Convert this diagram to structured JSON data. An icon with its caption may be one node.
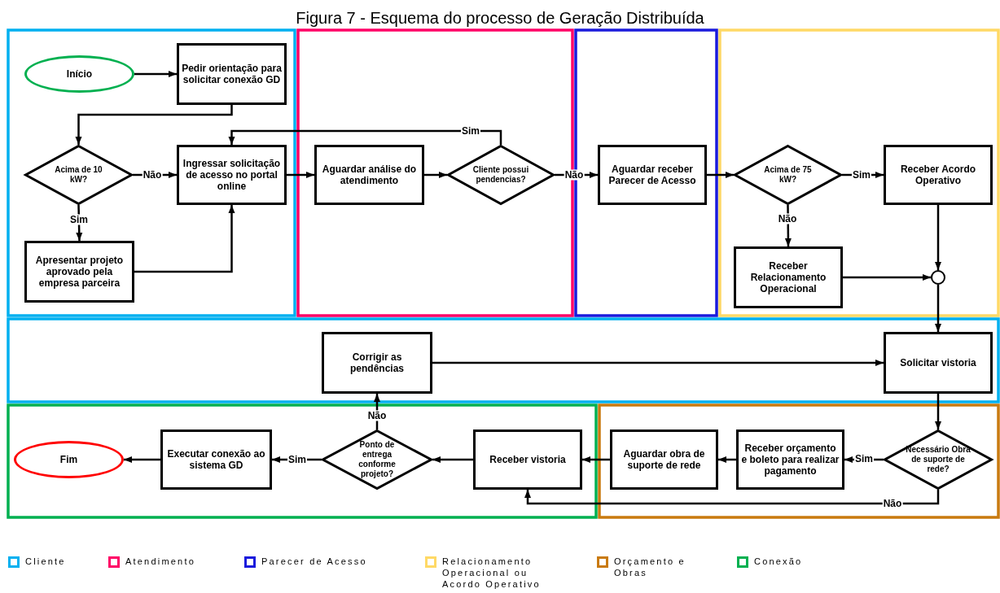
{
  "diagram": {
    "title": "Figura 7 - Esquema do processo de Geração Distribuída",
    "nodes": [
      {
        "text": [
          "Início"
        ]
      },
      {
        "text": [
          "Pedir orientação para solicitar conexão GD"
        ]
      },
      {
        "text": [
          "Acima de 10 kW?"
        ]
      },
      {
        "text": [
          "Ingressar solicitação de acesso no portal online"
        ]
      },
      {
        "text": [
          "Apresentar projeto aprovado pela empresa parceira"
        ]
      },
      {
        "text": [
          "Aguardar análise do atendimento"
        ]
      },
      {
        "text": [
          "Cliente possui pendencias?"
        ]
      },
      {
        "text": [
          "Aguardar receber Parecer de Acesso"
        ]
      },
      {
        "text": [
          "Acima de 75 kW?"
        ]
      },
      {
        "text": [
          "Receber Acordo Operativo"
        ]
      },
      {
        "text": [
          "Receber Relacionamento Operacional"
        ]
      },
      {
        "text": [],
        "shape": "circle"
      },
      {
        "text": [
          "Corrigir as pendências"
        ]
      },
      {
        "text": [
          "Solicitar vistoria"
        ]
      },
      {
        "text": [
          "Necessário Obra de suporte de rede?"
        ]
      },
      {
        "text": [
          "Receber orçamento e boleto para realizar pagamento"
        ]
      },
      {
        "text": [
          "Aguardar obra de suporte de rede"
        ]
      },
      {
        "text": [
          "Receber vistoria"
        ]
      },
      {
        "text": [
          "Ponto de entrega conforme projeto?"
        ]
      },
      {
        "text": [
          "Executar conexão ao sistema GD"
        ]
      },
      {
        "text": [
          "Fim"
        ]
      }
    ],
    "edges": [
      {
        "from": 0,
        "to": 1,
        "arrow": "to"
      },
      {
        "from": 1,
        "to": 2,
        "arrow": "to"
      },
      {
        "from": 2,
        "to": 3,
        "arrow": "to",
        "label": "Não"
      },
      {
        "from": 2,
        "to": 4,
        "arrow": "to",
        "label": "Sim"
      },
      {
        "from": 4,
        "to": 3,
        "arrow": "to"
      },
      {
        "from": 3,
        "to": 5,
        "arrow": "to"
      },
      {
        "from": 5,
        "to": 6,
        "arrow": "to"
      },
      {
        "from": 6,
        "to": 3,
        "arrow": "to",
        "label": "Sim"
      },
      {
        "from": 6,
        "to": 7,
        "arrow": "to",
        "label": "Não"
      },
      {
        "from": 7,
        "to": 8,
        "arrow": "to"
      },
      {
        "from": 8,
        "to": 9,
        "arrow": "to",
        "label": "Sim"
      },
      {
        "from": 8,
        "to": 10,
        "arrow": "to",
        "label": "Não"
      },
      {
        "from": 9,
        "to": 11,
        "arrow": "to"
      },
      {
        "from": 10,
        "to": 11,
        "arrow": "to"
      },
      {
        "from": 11,
        "to": 13,
        "arrow": "to"
      },
      {
        "from": 12,
        "to": 13,
        "arrow": "to"
      },
      {
        "from": 13,
        "to": 14,
        "arrow": "to"
      },
      {
        "from": 14,
        "to": 15,
        "arrow": "to",
        "label": "Sim"
      },
      {
        "from": 15,
        "to": 16,
        "arrow": "to"
      },
      {
        "from": 16,
        "to": 17,
        "arrow": "to"
      },
      {
        "from": 14,
        "to": 17,
        "arrow": "to",
        "label": "Não"
      },
      {
        "from": 17,
        "to": 18,
        "arrow": "to"
      },
      {
        "from": 18,
        "to": 19,
        "arrow": "to",
        "label": "Sim"
      },
      {
        "from": 18,
        "to": 12,
        "arrow": "to",
        "label": "Não"
      },
      {
        "from": 19,
        "to": 20,
        "arrow": "to"
      }
    ],
    "legend": [
      {
        "text": "Cliente",
        "color": "#00b0f0"
      },
      {
        "text": "Atendimento",
        "color": "#ff0066"
      },
      {
        "text": "Parecer de Acesso",
        "color": "#1a1adc"
      },
      {
        "text": "Relacionamento Operacional ou Acordo Operativo",
        "color": "#ffd966"
      },
      {
        "text": "Orçamento e Obras",
        "color": "#c97a0f"
      },
      {
        "text": "Conexão",
        "color": "#00b050"
      }
    ]
  }
}
